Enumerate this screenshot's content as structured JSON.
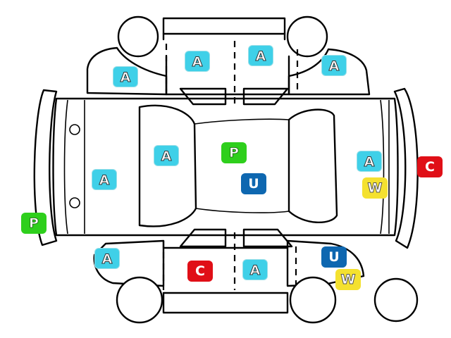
{
  "colors": {
    "A": "#3fd0e8",
    "P": "#2ecf1c",
    "U": "#0e67b0",
    "C": "#e00f17",
    "W": "#f4e12f"
  },
  "markers": [
    {
      "id": "front-left-fender",
      "label": "A",
      "kind": "A"
    },
    {
      "id": "front-left-door",
      "label": "A",
      "kind": "A"
    },
    {
      "id": "rear-left-door",
      "label": "A",
      "kind": "A"
    },
    {
      "id": "rear-left-fender",
      "label": "A",
      "kind": "A"
    },
    {
      "id": "hood",
      "label": "A",
      "kind": "A"
    },
    {
      "id": "windshield-area",
      "label": "A",
      "kind": "A"
    },
    {
      "id": "roof",
      "label": "P",
      "kind": "P"
    },
    {
      "id": "roof-lower",
      "label": "U",
      "kind": "U"
    },
    {
      "id": "trunk",
      "label": "A",
      "kind": "A"
    },
    {
      "id": "trunk-lower",
      "label": "W",
      "kind": "W"
    },
    {
      "id": "rear-bumper",
      "label": "C",
      "kind": "C"
    },
    {
      "id": "front-bumper",
      "label": "P",
      "kind": "P"
    },
    {
      "id": "front-right-fender",
      "label": "A",
      "kind": "A"
    },
    {
      "id": "front-right-door",
      "label": "C",
      "kind": "C"
    },
    {
      "id": "rear-right-door",
      "label": "A",
      "kind": "A"
    },
    {
      "id": "rear-right-fender",
      "label": "U",
      "kind": "U"
    },
    {
      "id": "rear-right-wheel-area",
      "label": "W",
      "kind": "W"
    }
  ]
}
